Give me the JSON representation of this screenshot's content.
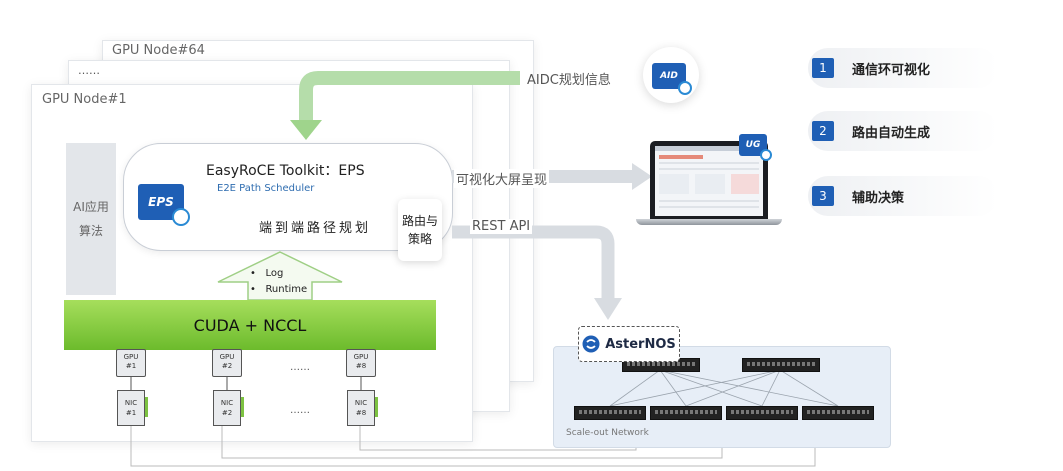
{
  "nodes": {
    "back_title": "GPU Node#64",
    "middle_dots": "……",
    "front_title": "GPU Node#1"
  },
  "algo": {
    "line1": "AI应用",
    "line2": "算法"
  },
  "eps": {
    "title": "EasyRoCE Toolkit：EPS",
    "subtitle": "E2E Path Scheduler",
    "route_text": "端到端路径规划",
    "icon_label": "EPS"
  },
  "policy": {
    "line1": "路由与",
    "line2": "策略"
  },
  "runtime_arrow": {
    "items": [
      "Log",
      "Runtime"
    ]
  },
  "cuda": {
    "label": "CUDA + NCCL"
  },
  "gpus": [
    {
      "line1": "GPU",
      "line2": "#1"
    },
    {
      "line1": "GPU",
      "line2": "#2"
    },
    {
      "line1": "GPU",
      "line2": "#8"
    }
  ],
  "gpu_dots": "……",
  "nics": [
    {
      "line1": "NIC",
      "line2": "#1"
    },
    {
      "line1": "NIC",
      "line2": "#2"
    },
    {
      "line1": "NIC",
      "line2": "#8"
    }
  ],
  "nic_dots": "……",
  "arrows": {
    "aidc": "AIDC规划信息",
    "visual": "可视化大屏呈现",
    "rest": "REST API"
  },
  "aid_icon": {
    "label": "AID"
  },
  "ug_icon": {
    "label": "UG"
  },
  "features": [
    {
      "num": "1",
      "text": "通信环可视化"
    },
    {
      "num": "2",
      "text": "路由自动生成"
    },
    {
      "num": "3",
      "text": "辅助决策"
    }
  ],
  "network": {
    "os_label": "AsterNOS",
    "caption": "Scale-out Network"
  },
  "colors": {
    "brand_blue": "#1f5fb5",
    "nvidia_green": "#76b82a",
    "arrow_green": "#a9d79a",
    "arrow_gray": "#d5d9de"
  }
}
